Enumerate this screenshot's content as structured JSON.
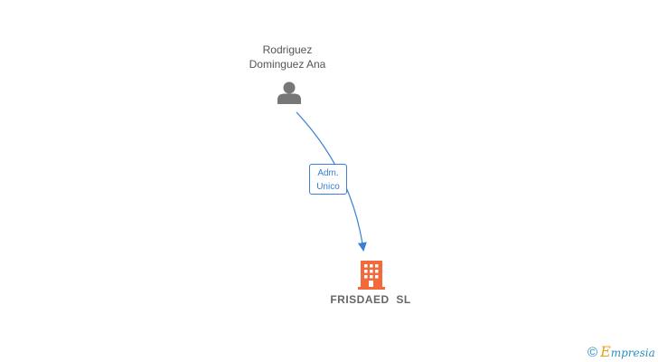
{
  "person": {
    "name_line1": "Rodriguez",
    "name_line2": "Dominguez Ana",
    "icon": "person-icon"
  },
  "relation": {
    "line1": "Adm.",
    "line2": "Unico"
  },
  "company": {
    "name": "FRISDAED  SL",
    "icon": "building-icon"
  },
  "watermark": {
    "copyright": "©",
    "brand_initial": "E",
    "brand_rest": "mpresia"
  },
  "colors": {
    "edge": "#3a7fd5",
    "person_icon": "#777777",
    "company_icon": "#f26a3c",
    "brand_blue": "#2a8fbd",
    "brand_orange": "#f0a020"
  }
}
